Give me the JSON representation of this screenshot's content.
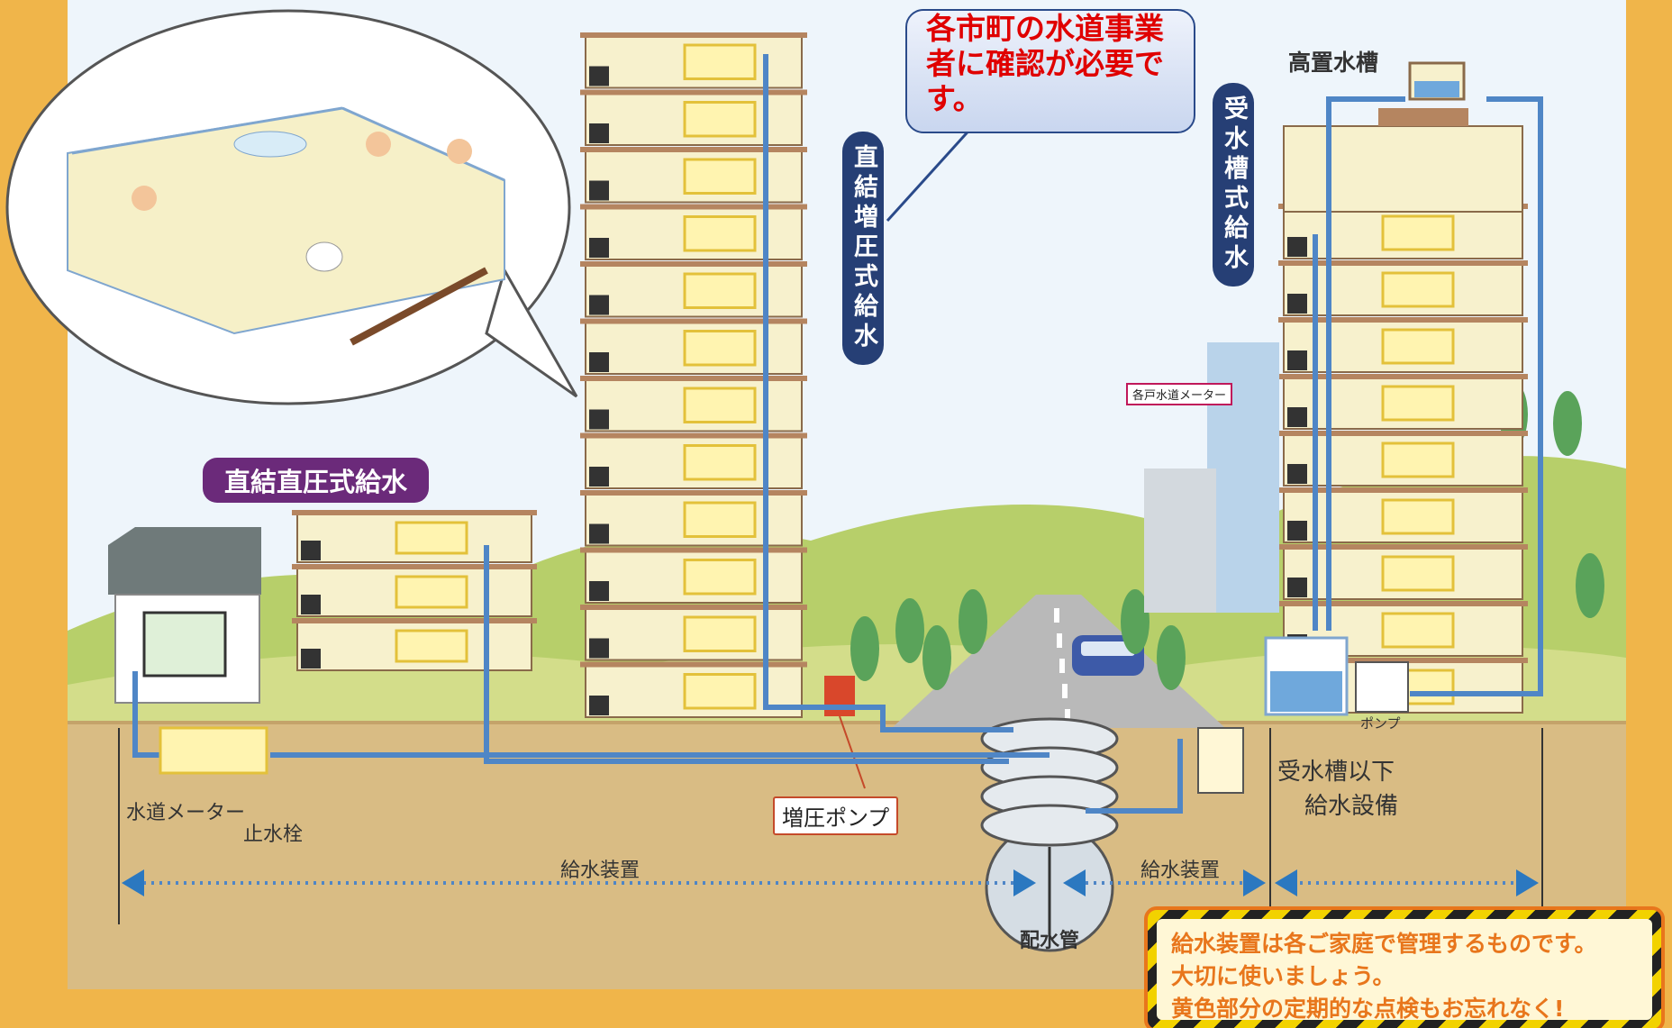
{
  "labels": {
    "callout": "各市町の水道事業者に確認が必要です。",
    "booster_direct": "直結増圧式給水",
    "receiving_tank": "受水槽式給水",
    "direct_pressure": "直結直圧式給水",
    "elevated_tank": "高置水槽",
    "unit_meter": "各戸水道メーター",
    "water_meter": "水道メーター",
    "stop_valve": "止水栓",
    "booster_pump": "増圧ポンプ",
    "pump": "ポンプ",
    "distribution_main": "配水管",
    "supply_device_left": "給水装置",
    "supply_device_right": "給水装置",
    "below_tank_1": "受水槽以下",
    "below_tank_2": "給水設備"
  },
  "notice": {
    "line1": "給水装置は各ご家庭で管理するものです。",
    "line2": "大切に使いましょう。",
    "line3": "黄色部分の定期的な点検もお忘れなく!"
  },
  "colors": {
    "frame": "#f0b54a",
    "ground": "#d9bc84",
    "sky": "#eef5fb",
    "pipe": "#4f86c6",
    "booster_pill": "#263f75",
    "direct_pill": "#6b2a7a",
    "callout_text": "#e00000",
    "notice_text": "#e8761c"
  }
}
